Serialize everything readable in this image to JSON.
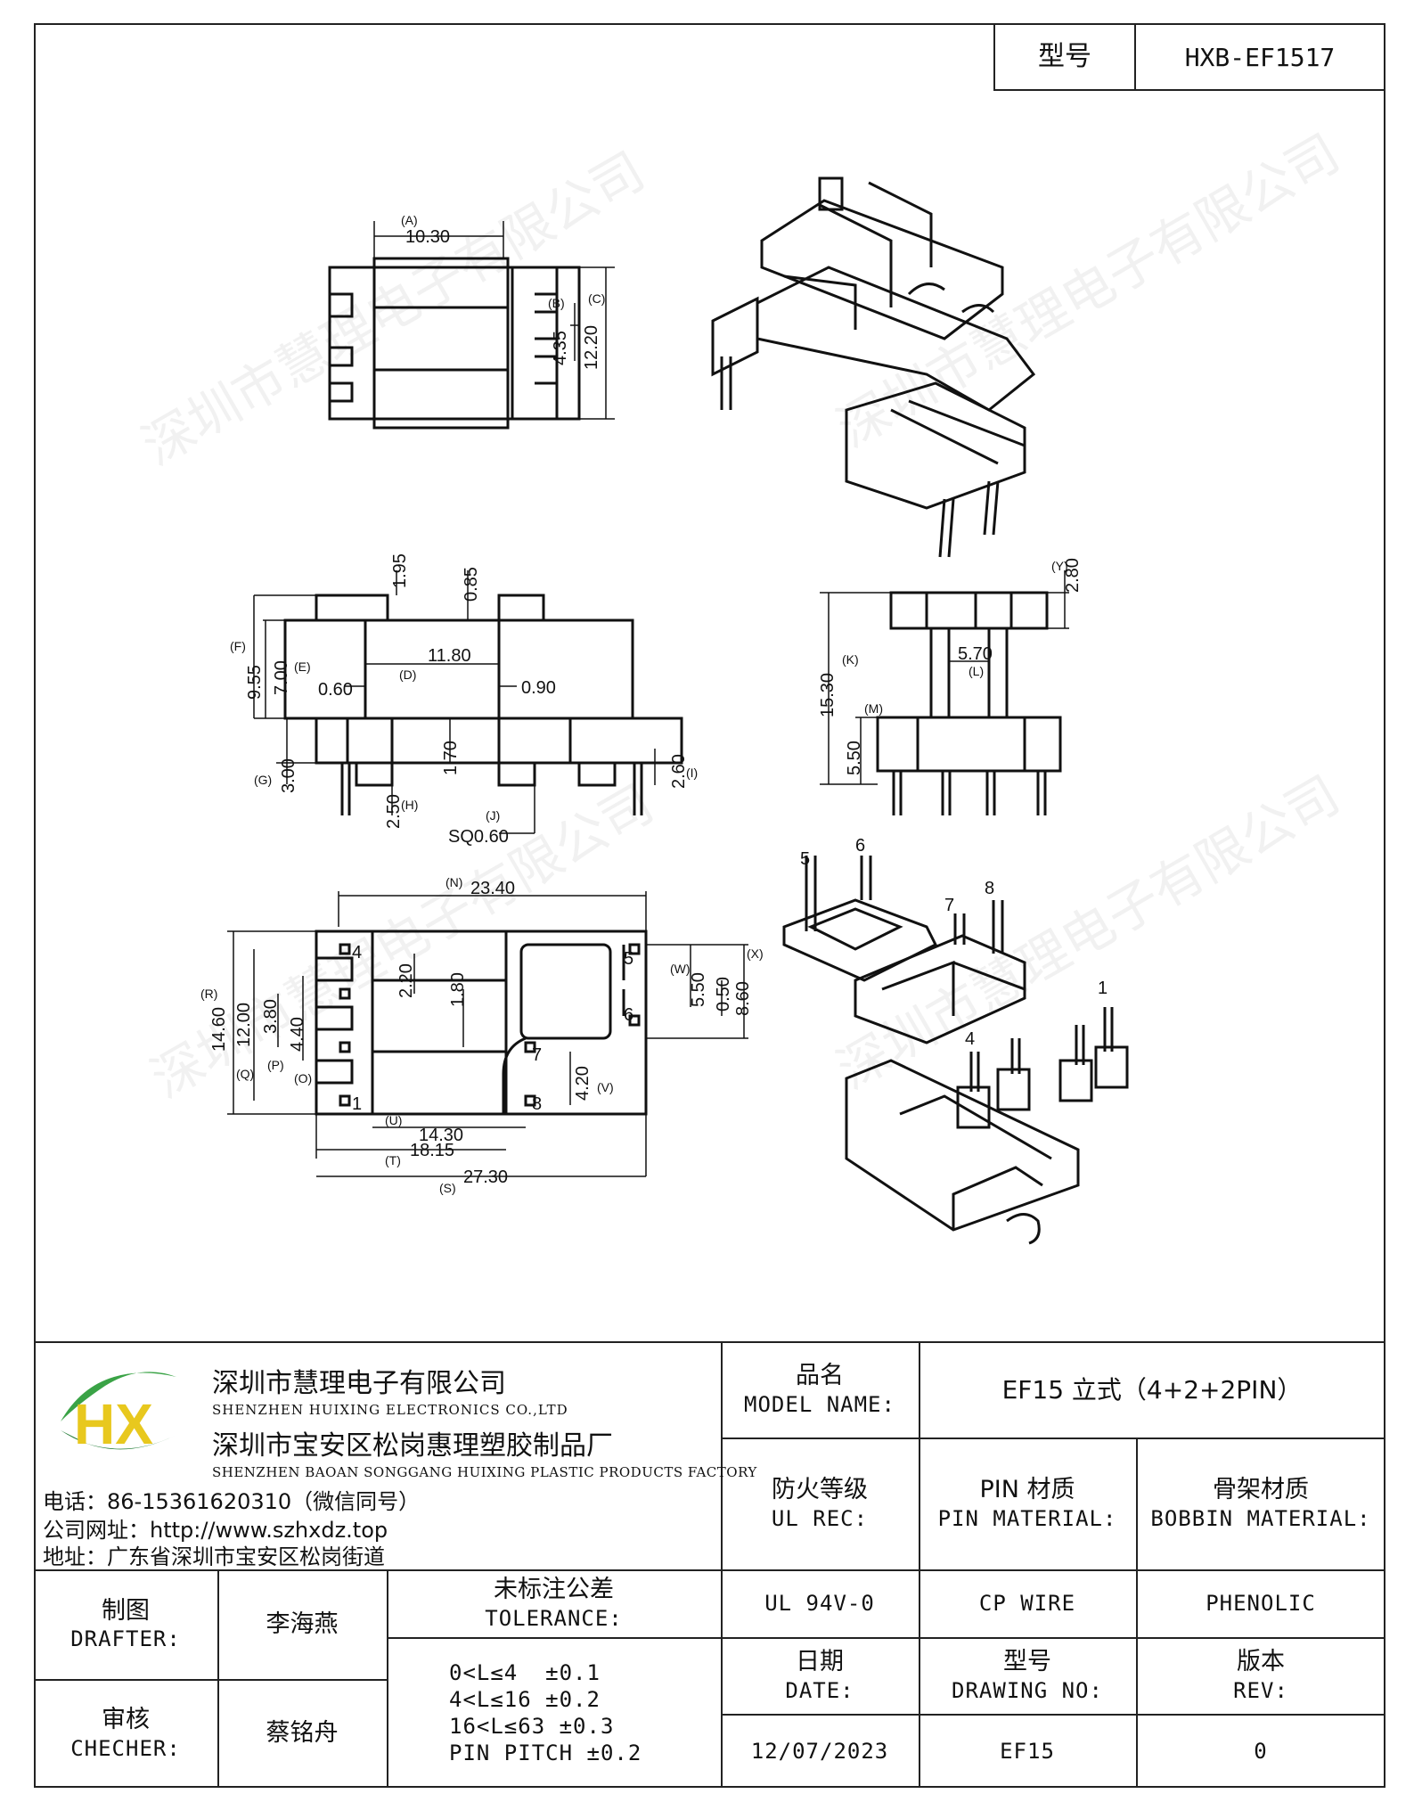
{
  "title_block": {
    "model_label": "型号",
    "model_value": "HXB-EF1517"
  },
  "company": {
    "name_cn_1": "深圳市慧理电子有限公司",
    "name_en_1": "SHENZHEN HUIXING ELECTRONICS CO.,LTD",
    "name_cn_2": "深圳市宝安区松岗惠理塑胶制品厂",
    "name_en_2": "SHENZHEN BAOAN SONGGANG HUIXING PLASTIC PRODUCTS FACTORY",
    "phone": "电话：86-15361620310（微信同号）",
    "website": "公司网址：http://www.szhxdz.top",
    "address": "地址：广东省深圳市宝安区松岗街道",
    "logo_text": "HX",
    "watermark": "深圳市慧理电子有限公司",
    "colors": {
      "logo_green": "#3aa346",
      "logo_yellow": "#e8c81e",
      "logo_dark": "#1f7a33"
    }
  },
  "table": {
    "model_name_cn": "品名",
    "model_name_en": "MODEL NAME:",
    "model_name_value": "EF15 立式（4+2+2PIN）",
    "ul_rec_cn": "防火等级",
    "ul_rec_en": "UL REC:",
    "pin_material_cn": "PIN 材质",
    "pin_material_en": "PIN MATERIAL:",
    "bobbin_material_cn": "骨架材质",
    "bobbin_material_en": "BOBBIN MATERIAL:",
    "ul_value": "UL 94V-0",
    "pin_value": "CP WIRE",
    "bobbin_value": "PHENOLIC",
    "date_cn": "日期",
    "date_en": "DATE:",
    "drawing_no_cn": "型号",
    "drawing_no_en": "DRAWING NO:",
    "rev_cn": "版本",
    "rev_en": "REV:",
    "date_value": "12/07/2023",
    "drawing_no_value": "EF15",
    "rev_value": "0",
    "drafter_cn": "制图",
    "drafter_en": "DRAFTER:",
    "drafter_name": "李海燕",
    "checker_cn": "审核",
    "checker_en": "CHECHER:",
    "checker_name": "蔡铭舟",
    "tolerance_cn": "未标注公差",
    "tolerance_en": "TOLERANCE:",
    "tolerance_lines": [
      "0<L≤4  ±0.1",
      "4<L≤16 ±0.2",
      "16<L≤63 ±0.3",
      "PIN PITCH ±0.2"
    ]
  },
  "drawing": {
    "top_view": {
      "A": "(A)",
      "dim_A": "10.30",
      "B": "(B)",
      "dim_B": "4.35",
      "C": "(C)",
      "dim_C": "12.20"
    },
    "front_view": {
      "dim_195": "1.95",
      "dim_085": "0.85",
      "F": "(F)",
      "dim_955": "9.55",
      "E": "(E)",
      "dim_700": "7.00",
      "D": "(D)",
      "dim_1180": "11.80",
      "dim_060": "0.60",
      "dim_090": "0.90",
      "G": "(G)",
      "dim_300": "3.00",
      "dim_170": "1.70",
      "H": "(H)",
      "dim_250": "2.50",
      "J": "(J)",
      "dim_sq": "SQ0.60",
      "I": "(I)",
      "dim_260": "2.60"
    },
    "side_view": {
      "Y": "(Y)",
      "dim_280": "2.80",
      "K": "(K)",
      "dim_1530": "15.30",
      "L": "(L)",
      "dim_570": "5.70",
      "M": "(M)",
      "dim_550": "5.50"
    },
    "bottom_view": {
      "N": "(N)",
      "dim_2340": "23.40",
      "R": "(R)",
      "dim_1460": "14.60",
      "Q": "(Q)",
      "dim_1200": "12.00",
      "P": "(P)",
      "dim_380": "3.80",
      "O": "(O)",
      "dim_440": "4.40",
      "dim_220": "2.20",
      "dim_180": "1.80",
      "W": "(W)",
      "dim_550b": "5.50",
      "dim_050": "0.50",
      "X": "(X)",
      "dim_860": "8.60",
      "V": "(V)",
      "dim_420": "4.20",
      "U": "(U)",
      "dim_1430": "14.30",
      "T": "(T)",
      "dim_1815": "18.15",
      "S": "(S)",
      "dim_2730": "27.30",
      "pins": [
        "1",
        "4",
        "5",
        "6",
        "7",
        "8"
      ]
    },
    "iso_pins_top": [
      "5",
      "6",
      "7",
      "8"
    ],
    "iso_pins_bottom": [
      "1",
      "4"
    ]
  }
}
